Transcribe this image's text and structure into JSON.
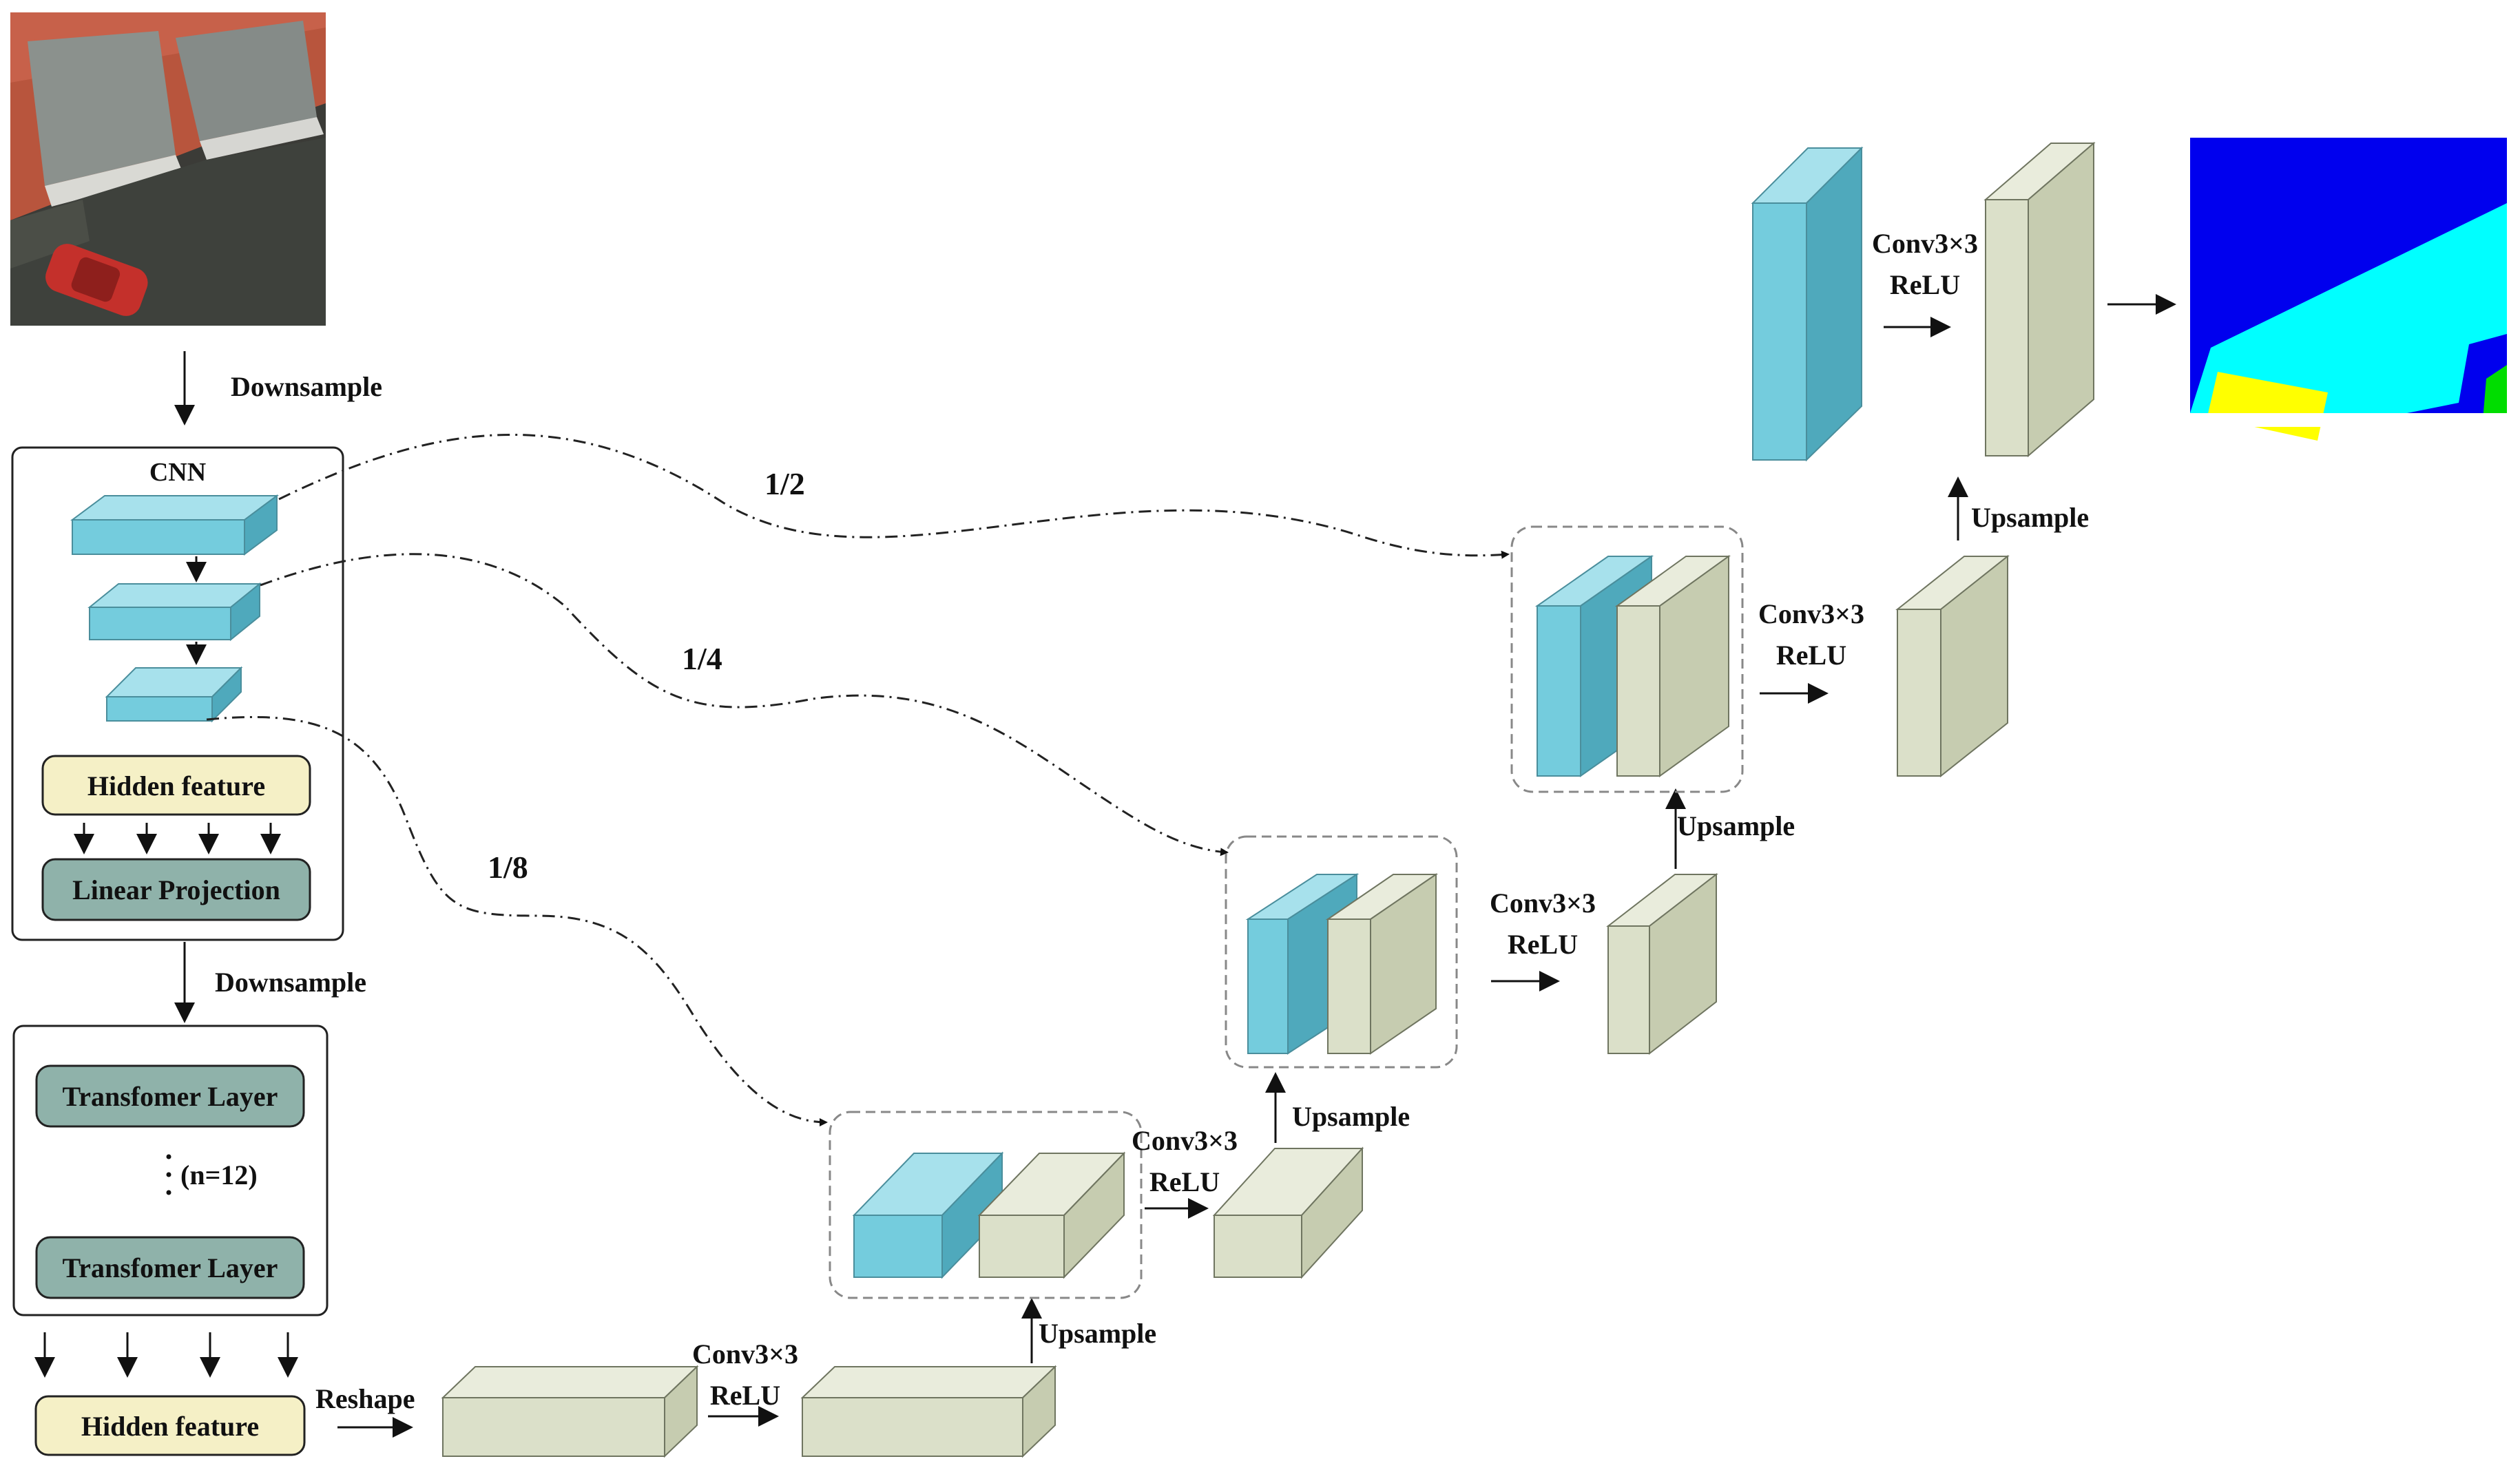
{
  "texts": {
    "downsample_1": "Downsample",
    "cnn": "CNN",
    "hidden_feature_1": "Hidden feature",
    "linear_projection": "Linear Projection",
    "downsample_2": "Downsample",
    "transformer_layer_1": "Transfomer Layer",
    "n_layers": "(n=12)",
    "transformer_layer_2": "Transfomer Layer",
    "hidden_feature_2": "Hidden feature",
    "reshape": "Reshape",
    "conv_a": "Conv3×3",
    "relu_a": "ReLU",
    "upsample_a": "Upsample",
    "conv_b": "Conv3×3",
    "relu_b": "ReLU",
    "upsample_b": "Upsample",
    "conv_c": "Conv3×3",
    "relu_c": "ReLU",
    "upsample_c": "Upsample",
    "conv_d": "Conv3×3",
    "relu_d": "ReLU",
    "upsample_d": "Upsample",
    "conv_e": "Conv3×3",
    "relu_e": "ReLU",
    "skip_half": "1/2",
    "skip_quarter": "1/4",
    "skip_eighth": "1/8"
  },
  "colors": {
    "cnn_feature": "#74ccdd",
    "cnn_feature_top": "#a7e1ec",
    "cnn_feature_side": "#4fa9bc",
    "decoder_feature": "#dbe0c9",
    "decoder_feature_top": "#e9ecdc",
    "decoder_feature_side": "#c6ccb0",
    "hidden_feature_box": "#f5f0c6",
    "layer_box": "#8fb2aa",
    "seg_blue": "#0000ee",
    "seg_cyan": "#00ffff",
    "seg_yellow": "#ffff00",
    "seg_green": "#00dd00"
  }
}
